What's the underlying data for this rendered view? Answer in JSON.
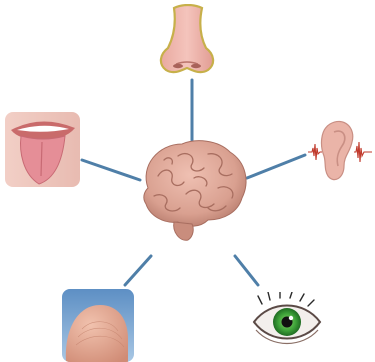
{
  "diagram": {
    "type": "five-senses-radial",
    "center": {
      "name": "brain",
      "icon": "brain-icon"
    },
    "senses": [
      {
        "name": "smell",
        "icon": "nose-icon"
      },
      {
        "name": "taste",
        "icon": "tongue-icon"
      },
      {
        "name": "hearing",
        "icon": "ear-icon"
      },
      {
        "name": "touch",
        "icon": "fingertip-icon"
      },
      {
        "name": "sight",
        "icon": "eye-icon"
      }
    ],
    "colors": {
      "connector": "#4f7fa8",
      "brain": "#d9a090",
      "skin": "#eab4a8",
      "nose_outline": "#c7b04a",
      "iris": "#3fa43a",
      "sound_wave": "#c0392b"
    }
  }
}
